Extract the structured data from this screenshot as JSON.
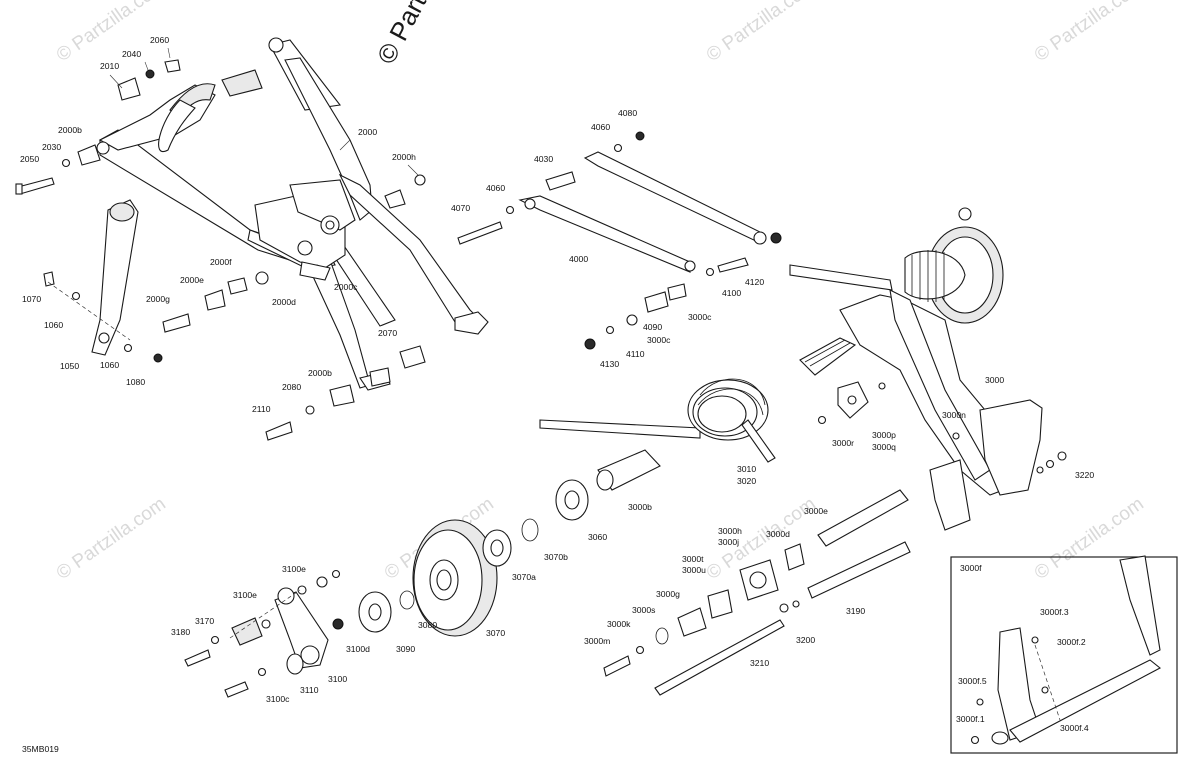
{
  "diagram_code": "35MB019",
  "watermark_main": "© Partzilla",
  "watermark_repeat": "© Partzilla.com",
  "inset_title": "3000f",
  "labels": {
    "p2060": "2060",
    "p2040": "2040",
    "p2010": "2010",
    "p2000b_top": "2000b",
    "p2030": "2030",
    "p2050": "2050",
    "p2000": "2000",
    "p2000h": "2000h",
    "p2000f": "2000f",
    "p2000e": "2000e",
    "p2000g": "2000g",
    "p2000d": "2000d",
    "p2000c": "2000c",
    "p2070": "2070",
    "p2000b_low": "2000b",
    "p2080": "2080",
    "p2110": "2110",
    "p1070": "1070",
    "p1060a": "1060",
    "p1050": "1050",
    "p1060b": "1060",
    "p1080": "1080",
    "p4080": "4080",
    "p4060a": "4060",
    "p4030": "4030",
    "p4060b": "4060",
    "p4070": "4070",
    "p4000": "4000",
    "p4120": "4120",
    "p4100": "4100",
    "p3000c_a": "3000c",
    "p4090": "4090",
    "p3000c_b": "3000c",
    "p4110": "4110",
    "p4130": "4130",
    "p3000": "3000",
    "p3000n": "3000n",
    "p3000r": "3000r",
    "p3000p": "3000p",
    "p3000q": "3000q",
    "p3010": "3010",
    "p3020": "3020",
    "p3220": "3220",
    "p3000b": "3000b",
    "p3000e": "3000e",
    "p3060": "3060",
    "p3070b": "3070b",
    "p3070a": "3070a",
    "p3070": "3070",
    "p3080": "3080",
    "p3090": "3090",
    "p3000h": "3000h",
    "p3000j": "3000j",
    "p3000d": "3000d",
    "p3000t": "3000t",
    "p3000u": "3000u",
    "p3000g": "3000g",
    "p3000s": "3000s",
    "p3000k": "3000k",
    "p3000m": "3000m",
    "p3190": "3190",
    "p3200": "3200",
    "p3210": "3210",
    "p3100e_a": "3100e",
    "p3100e_b": "3100e",
    "p3170": "3170",
    "p3180": "3180",
    "p3100d": "3100d",
    "p3100": "3100",
    "p3110": "3110",
    "p3100c": "3100c",
    "p3000f3": "3000f.3",
    "p3000f2": "3000f.2",
    "p3000f5": "3000f.5",
    "p3000f1": "3000f.1",
    "p3000f4": "3000f.4"
  }
}
